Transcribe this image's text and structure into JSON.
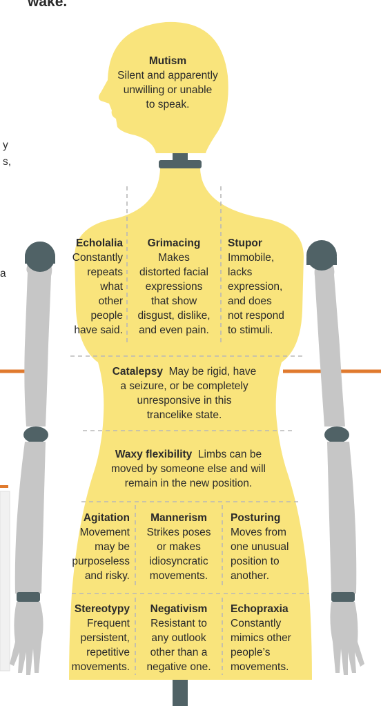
{
  "edge_text": {
    "top": "wake.",
    "left_1": "y",
    "left_2": "s,",
    "left_3": "a"
  },
  "regions": {
    "mutism": {
      "title": "Mutism",
      "lines": [
        "Silent and apparently",
        "unwilling or unable",
        "to speak."
      ]
    },
    "echolalia": {
      "title": "Echolalia",
      "lines": [
        "Constantly",
        "repeats",
        "what",
        "other",
        "people",
        "have said."
      ]
    },
    "grimacing": {
      "title": "Grimacing",
      "lines": [
        "Makes",
        "distorted facial",
        "expressions",
        "that show",
        "disgust, dislike,",
        "and even pain."
      ]
    },
    "stupor": {
      "title": "Stupor",
      "lines": [
        "Immobile,",
        "lacks",
        "expression,",
        "and does",
        "not respond",
        "to stimuli."
      ]
    },
    "catalepsy": {
      "title": "Catalepsy",
      "first_line": "May be rigid, have",
      "lines": [
        "a seizure, or be completely",
        "unresponsive in this",
        "trancelike state."
      ]
    },
    "waxy": {
      "title": "Waxy flexibility",
      "first_line": "Limbs can be",
      "lines": [
        "moved by someone else and will",
        "remain in the new position."
      ]
    },
    "agitation": {
      "title": "Agitation",
      "lines": [
        "Movement",
        "may be",
        "purposeless",
        "and risky."
      ]
    },
    "mannerism": {
      "title": "Mannerism",
      "lines": [
        "Strikes poses",
        "or makes",
        "idiosyncratic",
        "movements."
      ]
    },
    "posturing": {
      "title": "Posturing",
      "lines": [
        "Moves from",
        "one unusual",
        "position to",
        "another."
      ]
    },
    "stereotypy": {
      "title": "Stereotypy",
      "lines": [
        "Frequent",
        "persistent,",
        "repetitive",
        "movements."
      ]
    },
    "negativism": {
      "title": "Negativism",
      "lines": [
        "Resistant to",
        "any outlook",
        "other than a",
        "negative one."
      ]
    },
    "echopraxia": {
      "title": "Echopraxia",
      "lines": [
        "Constantly",
        "mimics other",
        "people’s",
        "movements."
      ]
    }
  },
  "colors": {
    "body": "#f9e47c",
    "limb": "#c6c6c6",
    "joint": "#506266",
    "accent": "#e07a2e",
    "divider": "#b8b8b8"
  }
}
